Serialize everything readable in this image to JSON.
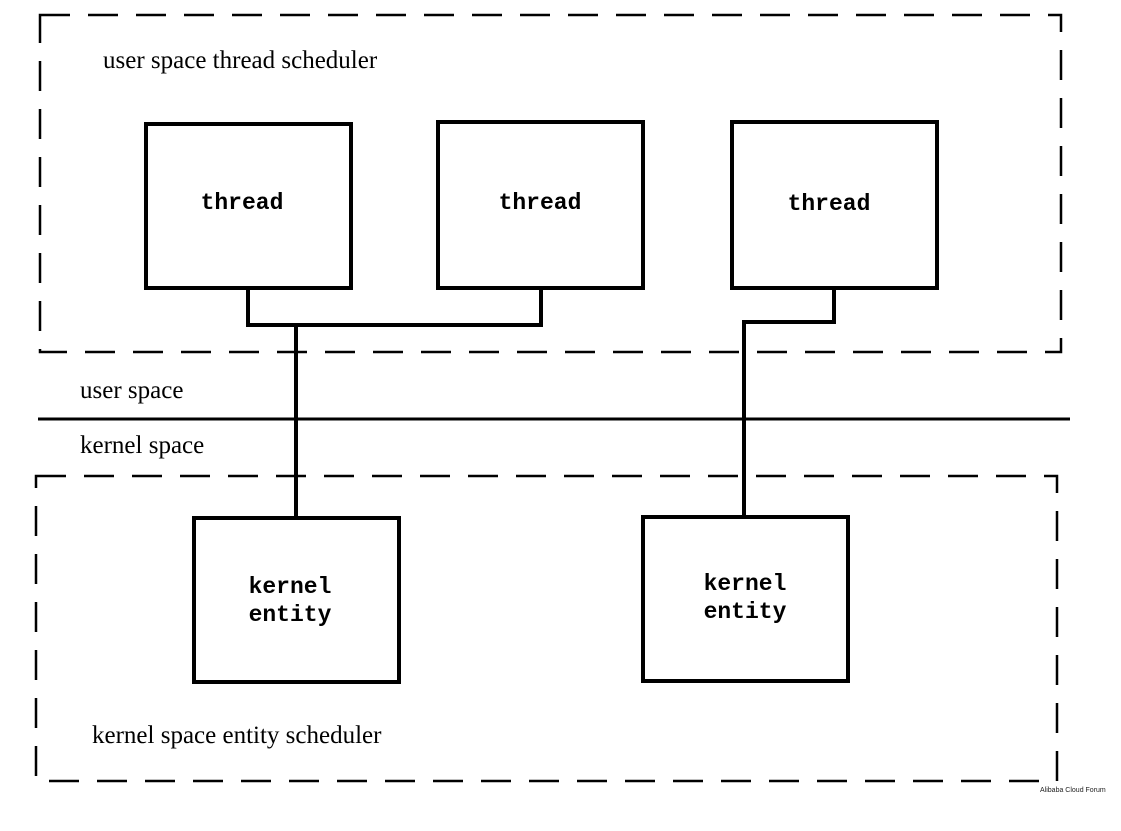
{
  "colors": {
    "background": "#ffffff",
    "stroke": "#000000"
  },
  "user_scheduler": {
    "label": "user space thread scheduler",
    "threads": [
      {
        "label": "thread"
      },
      {
        "label": "thread"
      },
      {
        "label": "thread"
      }
    ]
  },
  "boundary": {
    "upper_label": "user space",
    "lower_label": "kernel space"
  },
  "kernel_scheduler": {
    "label": "kernel space entity scheduler",
    "entities": [
      {
        "label_line1": "kernel",
        "label_line2": "entity"
      },
      {
        "label_line1": "kernel",
        "label_line2": "entity"
      }
    ]
  },
  "watermark": "Alibaba Cloud Forum"
}
